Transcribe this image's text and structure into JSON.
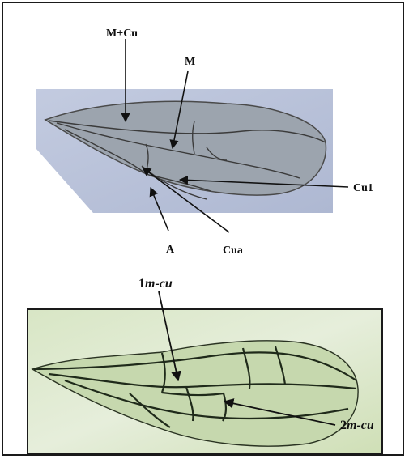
{
  "figure": {
    "top_panel": {
      "labels": {
        "m_cu": "M+Cu",
        "m": "M",
        "cu1": "Cu1",
        "a": "A",
        "cua": "Cua"
      }
    },
    "bottom_panel": {
      "labels": {
        "one_m_cu_num": "1",
        "one_m_cu_it": "m-cu",
        "two_m_cu_num": "2",
        "two_m_cu_it": "m-cu"
      }
    }
  },
  "colors": {
    "frame": "#1a1a1a",
    "top_background": "#b9c2d8",
    "top_wing": "#9aa2ad",
    "vein": "#3b3b3b",
    "bottom_background": "#dfe8cf",
    "bottom_wing": "#c9dbb2",
    "bottom_vein": "#1f2a1a",
    "arrow": "#111111"
  }
}
